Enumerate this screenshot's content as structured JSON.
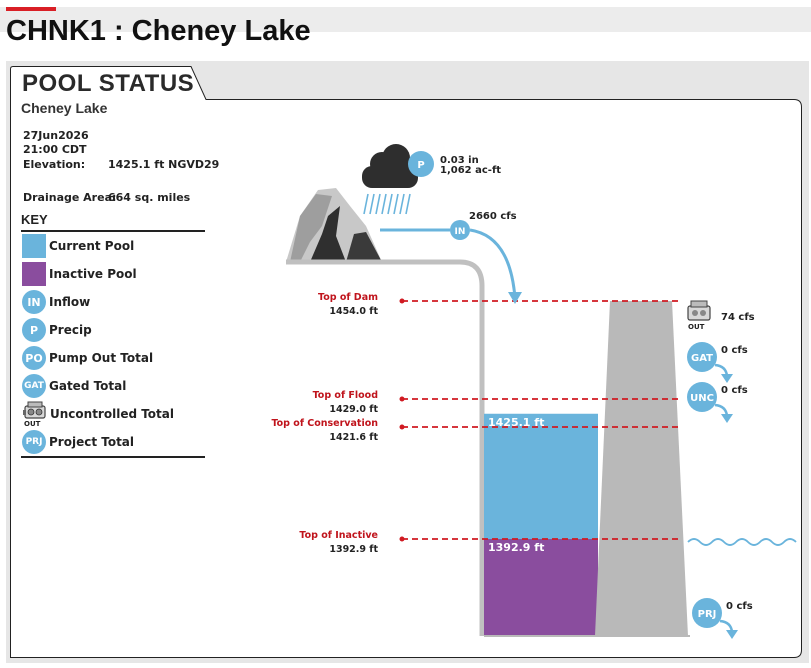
{
  "page": {
    "title": "CHNK1 : Cheney Lake"
  },
  "panel": {
    "header": "POOL STATUS",
    "subtitle": "Cheney Lake",
    "date": "27Jun2026",
    "time": "21:00 CDT",
    "elevation_label": "Elevation:",
    "elevation_value": "1425.1 ft NGVD29",
    "drainage_label": "Drainage Area:",
    "drainage_value": "664 sq. miles"
  },
  "key": {
    "title": "KEY",
    "items": [
      {
        "label": "Current Pool",
        "kind": "swatch",
        "color": "#6ab4dc"
      },
      {
        "label": "Inactive Pool",
        "kind": "swatch",
        "color": "#8a4d9e"
      },
      {
        "label": "Inflow",
        "kind": "circle",
        "abbr": "IN"
      },
      {
        "label": "Precip",
        "kind": "circle",
        "abbr": "P"
      },
      {
        "label": "Pump Out Total",
        "kind": "circle",
        "abbr": "PO"
      },
      {
        "label": "Gated Total",
        "kind": "circle",
        "abbr": "GAT"
      },
      {
        "label": "Uncontrolled Total",
        "kind": "pump",
        "abbr": "OUT"
      },
      {
        "label": "Project Total",
        "kind": "circle",
        "abbr": "PRJ"
      }
    ]
  },
  "diagram": {
    "precip": {
      "abbr": "P",
      "line1": "0.03 in",
      "line2": "1,062 ac-ft"
    },
    "inflow": {
      "abbr": "IN",
      "value": "2660 cfs"
    },
    "levels": [
      {
        "name": "Top of Dam",
        "value": "1454.0 ft",
        "elev": 1454.0
      },
      {
        "name": "Top of Flood",
        "value": "1429.0 ft",
        "elev": 1429.0
      },
      {
        "name": "Top of Conservation",
        "value": "1421.6 ft",
        "elev": 1421.6
      },
      {
        "name": "Top of Inactive",
        "value": "1392.9 ft",
        "elev": 1392.9
      }
    ],
    "current_pool_label": "1425.1 ft",
    "inactive_pool_label": "1392.9 ft",
    "outflows": [
      {
        "abbr": "OUT",
        "value": "74 cfs",
        "icon": "pump-icon"
      },
      {
        "abbr": "GAT",
        "value": "0 cfs"
      },
      {
        "abbr": "UNC",
        "value": "0 cfs"
      },
      {
        "abbr": "PRJ",
        "value": "0 cfs"
      }
    ],
    "colors": {
      "current": "#6ab4dc",
      "inactive": "#8a4d9e",
      "level": "#d01a22",
      "dam": "#b9b9b9"
    }
  }
}
